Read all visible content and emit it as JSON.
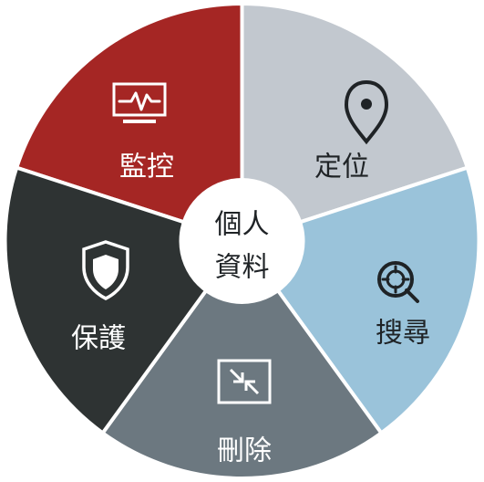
{
  "center": {
    "line1": "個人",
    "line2": "資料"
  },
  "segments": [
    {
      "id": "monitor",
      "label": "監控",
      "color": "#a52624",
      "icon": "monitor-icon"
    },
    {
      "id": "locate",
      "label": "定位",
      "color": "#c2c8cf",
      "icon": "location-pin-icon"
    },
    {
      "id": "search",
      "label": "搜尋",
      "color": "#9ac3da",
      "icon": "magnifier-target-icon"
    },
    {
      "id": "delete",
      "label": "刪除",
      "color": "#6c7880",
      "icon": "compress-arrows-icon"
    },
    {
      "id": "protect",
      "label": "保護",
      "color": "#2e3333",
      "icon": "shield-icon"
    }
  ]
}
